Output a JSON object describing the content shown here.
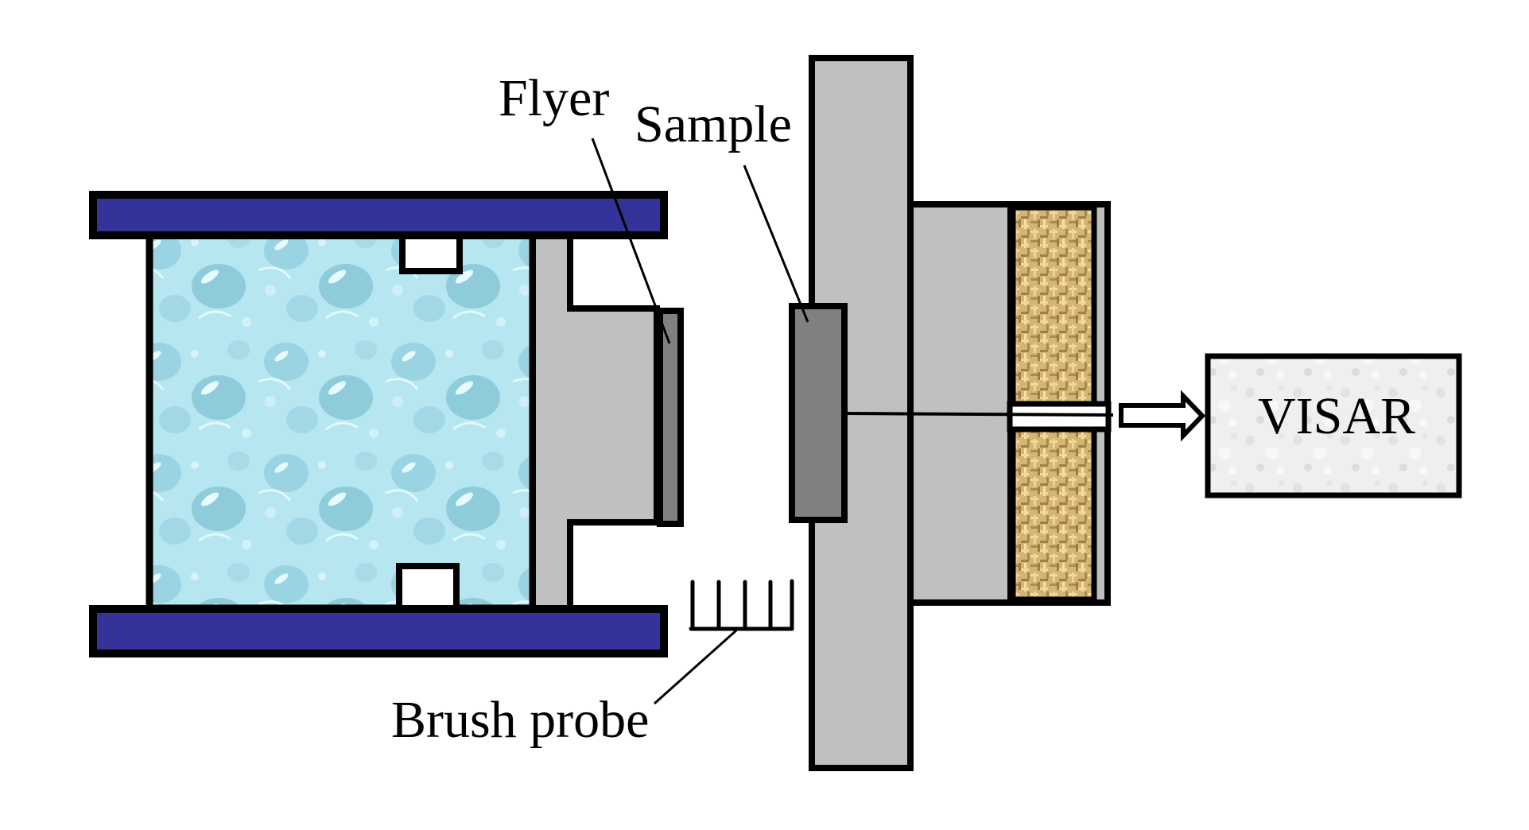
{
  "diagram": {
    "title": "Gas-gun plate impact experiment setup",
    "labels": {
      "flyer": "Flyer",
      "sample": "Sample",
      "brush_probe": "Brush probe",
      "visar": "VISAR"
    },
    "components": [
      {
        "id": "gun-barrel-top",
        "kind": "barrel wall"
      },
      {
        "id": "gun-barrel-bottom",
        "kind": "barrel wall"
      },
      {
        "id": "gas-chamber",
        "kind": "pressurized gas / water texture"
      },
      {
        "id": "projectile",
        "kind": "sabot"
      },
      {
        "id": "flyer-plate",
        "kind": "flyer"
      },
      {
        "id": "sample",
        "kind": "target sample"
      },
      {
        "id": "target-holder",
        "kind": "holder plate"
      },
      {
        "id": "window-block",
        "kind": "backing block"
      },
      {
        "id": "insulation",
        "kind": "fibrous backing"
      },
      {
        "id": "optical-fiber",
        "kind": "probe channel"
      },
      {
        "id": "brush-probe",
        "kind": "electrical pin probe"
      },
      {
        "id": "visar-box",
        "kind": "interferometer"
      }
    ],
    "colors": {
      "barrel": "#343399",
      "outline": "#000000",
      "metal": "#c0c0c0",
      "flyer": "#808080",
      "sample": "#808080",
      "water_base": "#b6e6f0",
      "water_dark": "#86c6d6",
      "burlap_base": "#d4b575",
      "burlap_light": "#f2dc9c",
      "burlap_dark": "#8a6a30",
      "visar_fill": "#eeeeee"
    }
  }
}
